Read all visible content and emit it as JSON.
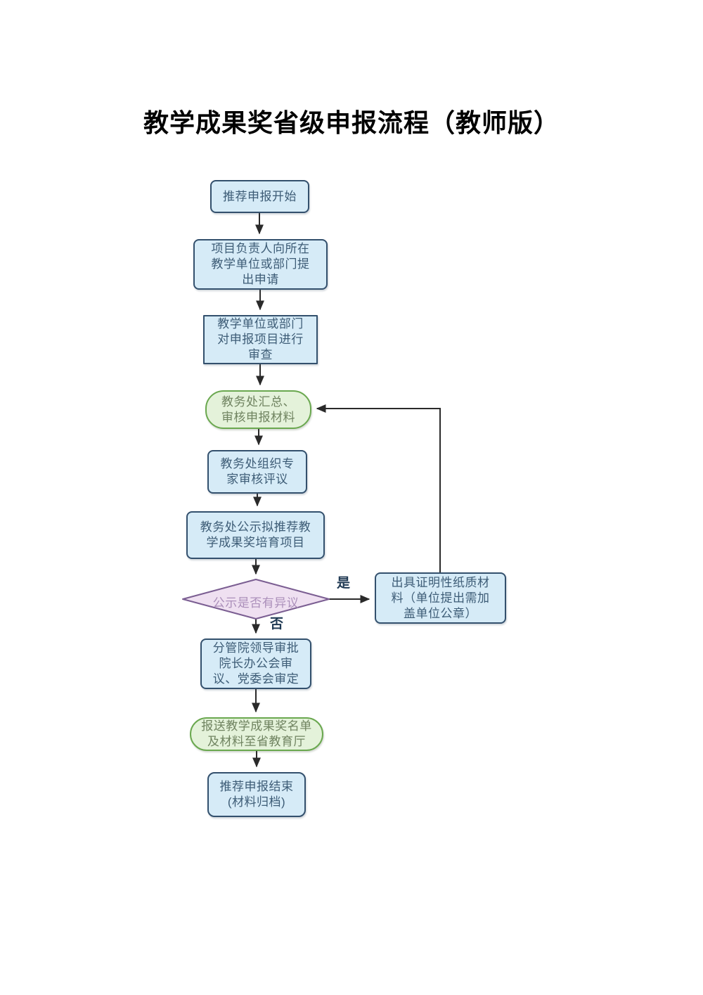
{
  "page": {
    "title": "教学成果奖省级申报流程（教师版）"
  },
  "flowchart": {
    "nodes": {
      "start": {
        "label": "推荐申报开始",
        "shape": "rounded-rect",
        "fill": "#d6ebf7"
      },
      "apply": {
        "label": "项目负责人向所在\n教学单位或部门提\n出申请",
        "shape": "rounded-rect",
        "fill": "#d6ebf7"
      },
      "unit_review": {
        "label": "教学单位或部门\n对申报项目进行\n审查",
        "shape": "rect",
        "fill": "#d6ebf7"
      },
      "aa_collect": {
        "label": "教务处汇总、\n审核申报材料",
        "shape": "stadium",
        "fill": "#e4f2da"
      },
      "expert_review": {
        "label": "教务处组织专\n家审核评议",
        "shape": "rounded-rect",
        "fill": "#d6ebf7"
      },
      "publicize": {
        "label": "教务处公示拟推荐教\n学成果奖培育项目",
        "shape": "rounded-rect",
        "fill": "#d6ebf7"
      },
      "decision": {
        "label": "公示是否有异议",
        "shape": "diamond",
        "fill": "#efe0f1"
      },
      "paper_proof": {
        "label": "出具证明性纸质材\n料（单位提出需加\n盖单位公章）",
        "shape": "rounded-rect",
        "fill": "#d6ebf7"
      },
      "leader_approve": {
        "label": "分管院领导审批\n院长办公会审\n议、党委会审定",
        "shape": "rounded-rect",
        "fill": "#d6ebf7"
      },
      "submit_province": {
        "label": "报送教学成果奖名单\n及材料至省教育厅",
        "shape": "stadium",
        "fill": "#e4f2da"
      },
      "end": {
        "label": "推荐申报结束\n(材料归档)",
        "shape": "rounded-rect",
        "fill": "#d6ebf7"
      }
    },
    "branch_labels": {
      "yes": "是",
      "no": "否"
    },
    "colors": {
      "process_fill": "#d6ebf7",
      "process_border": "#33506d",
      "process_text": "#3d5c76",
      "terminal_green_fill": "#e4f2da",
      "terminal_green_border": "#6aa84f",
      "terminal_green_text": "#6f8360",
      "decision_fill": "#efe0f1",
      "decision_border": "#7b5e92",
      "decision_text": "#ab8fba",
      "arrow": "#2a2a2a",
      "branch_label_text": "#203a54"
    }
  }
}
